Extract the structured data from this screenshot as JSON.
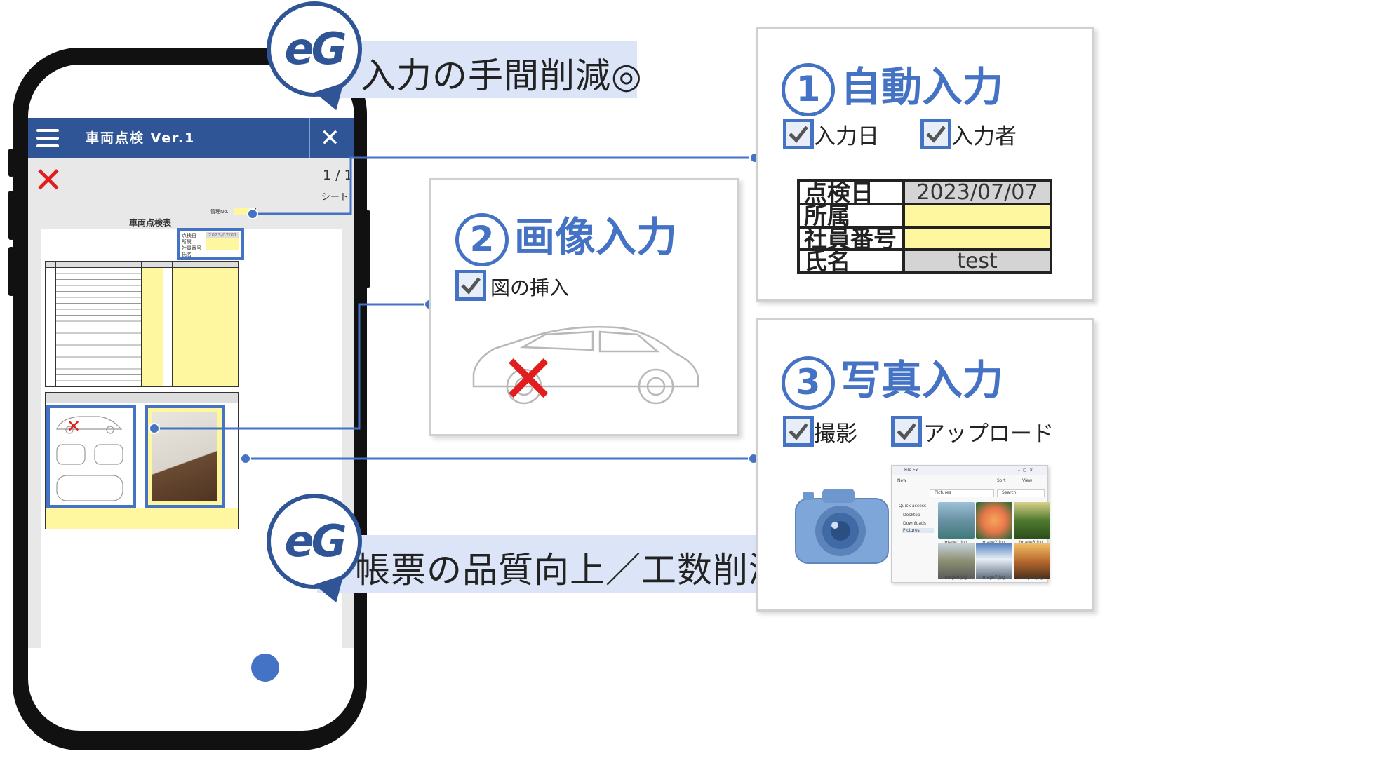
{
  "app": {
    "title": "車両点検 Ver.1",
    "page_indicator": "1 / 1",
    "sheet_label": "シート",
    "form_title": "車両点検表",
    "mini_fields": [
      "点検日",
      "所属",
      "社員番号",
      "氏名"
    ],
    "mini_date": "2023/07/07",
    "mini_management_no": "管理No."
  },
  "banners": {
    "top": "入力の手間削減◎",
    "bottom": "帳票の品質向上／工数削減◎",
    "badge_text": "eG"
  },
  "panel1": {
    "number": "1",
    "title": "自動入力",
    "checks": [
      {
        "label": "入力日",
        "checked": true
      },
      {
        "label": "入力者",
        "checked": true
      }
    ],
    "form": [
      {
        "key": "点検日",
        "value": "2023/07/07",
        "style": "gray"
      },
      {
        "key": "所属",
        "value": "",
        "style": "yellow"
      },
      {
        "key": "社員番号",
        "value": "",
        "style": "yellow"
      },
      {
        "key": "氏名",
        "value": "test",
        "style": "gray"
      }
    ]
  },
  "panel2": {
    "number": "2",
    "title": "画像入力",
    "checks": [
      {
        "label": "図の挿入",
        "checked": true
      }
    ]
  },
  "panel3": {
    "number": "3",
    "title": "写真入力",
    "checks": [
      {
        "label": "撮影",
        "checked": true
      },
      {
        "label": "アップロード",
        "checked": true
      }
    ],
    "explorer": {
      "title": "File Ex",
      "toolbar": [
        "New",
        "Sort",
        "View"
      ],
      "path": "Pictures",
      "search": "Search",
      "sidebar": [
        "Quick access",
        "Desktop",
        "Downloads",
        "Pictures"
      ],
      "files": [
        "image1.jpg",
        "image2.jpg",
        "image3.jpg",
        "image6.jpg",
        "image7.jpg",
        "image8.jpg"
      ]
    }
  },
  "colors": {
    "accent": "#4472c4",
    "header": "#2f5597",
    "banner": "#dbe5f7",
    "highlight_yellow": "#fff6a0",
    "red_mark": "#e21d1d"
  }
}
